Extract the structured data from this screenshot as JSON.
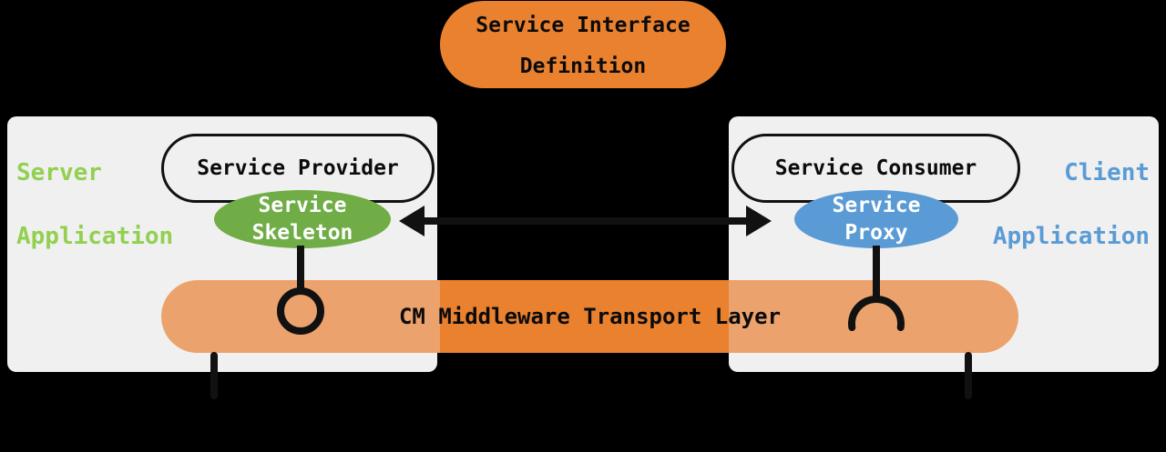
{
  "interface_definition": {
    "line1": "Service Interface",
    "line2": "Definition"
  },
  "server": {
    "role_line1": "Server",
    "role_line2": "Application",
    "provider_label": "Service Provider",
    "skeleton_line1": "Service",
    "skeleton_line2": "Skeleton"
  },
  "client": {
    "role_line1": "Client",
    "role_line2": "Application",
    "consumer_label": "Service Consumer",
    "proxy_line1": "Service",
    "proxy_line2": "Proxy"
  },
  "middleware": {
    "label": "CM Middleware Transport Layer"
  },
  "colors": {
    "orange_solid": "#EA812F",
    "orange_tint": "#ECA26C",
    "panel_gray": "#F0F0F0",
    "server_green": "#92D050",
    "skeleton_green": "#70AD47",
    "client_blue": "#5B9BD5",
    "line_black": "#111111",
    "background": "#000000"
  }
}
